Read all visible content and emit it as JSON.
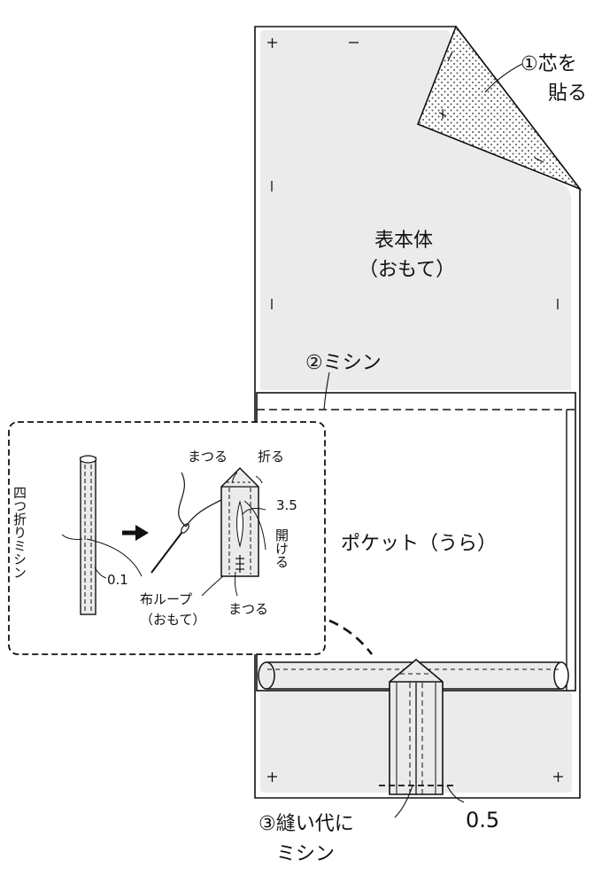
{
  "labels": {
    "step1_line1": "①芯を",
    "step1_line2": "貼る",
    "body_line1": "表本体",
    "body_line2": "（おもて）",
    "step2": "②ミシン",
    "pocket": "ポケット（うら）",
    "step3_line1": "③縫い代に",
    "step3_line2": "ミシン",
    "dim_05": "0.5"
  },
  "inset": {
    "left_label": "四つ折りミシン",
    "dim_01": "0.1",
    "loop_line1": "布ループ",
    "loop_line2": "（おもて）",
    "matsuru_top": "まつる",
    "oru": "折る",
    "dim_35": "3.5",
    "akeru": "開ける",
    "matsuru_bottom": "まつる"
  },
  "colors": {
    "line": "#111111",
    "fabric_fill": "#ebebeb",
    "interfacing_dots": "#555555"
  }
}
